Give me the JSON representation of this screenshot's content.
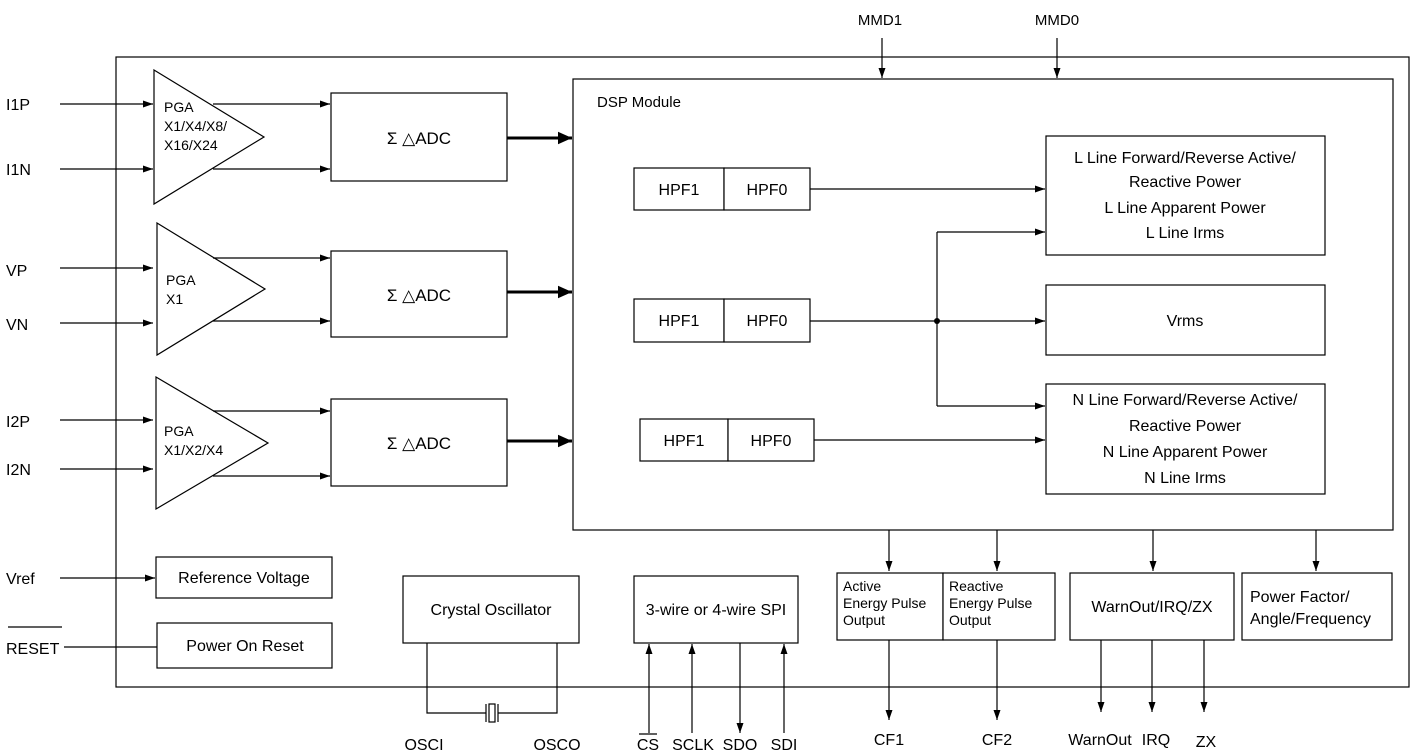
{
  "pins": {
    "mmd1": "MMD1",
    "mmd0": "MMD0",
    "i1p": "I1P",
    "i1n": "I1N",
    "vp": "VP",
    "vn": "VN",
    "i2p": "I2P",
    "i2n": "I2N",
    "vref": "Vref",
    "reset": "RESET",
    "osci": "OSCI",
    "osco": "OSCO",
    "cs": "CS",
    "sclk": "SCLK",
    "sdo": "SDO",
    "sdi": "SDI",
    "cf1": "CF1",
    "cf2": "CF2",
    "warnout": "WarnOut",
    "irq": "IRQ",
    "zx": "ZX"
  },
  "pga": {
    "pga1": [
      "PGA",
      "X1/X4/X8/",
      "X16/X24"
    ],
    "pga2": [
      "PGA",
      "X1"
    ],
    "pga3": [
      "PGA",
      "X1/X2/X4"
    ]
  },
  "adc_label": "Σ △ADC",
  "dsp": {
    "title": "DSP Module",
    "hpf1": "HPF1",
    "hpf0": "HPF0",
    "l_line": [
      "L Line Forward/Reverse Active/",
      "Reactive Power",
      "L Line Apparent Power",
      "L Line Irms"
    ],
    "vrms": "Vrms",
    "n_line": [
      "N Line Forward/Reverse Active/",
      "Reactive Power",
      "N Line Apparent Power",
      "N Line Irms"
    ]
  },
  "blocks": {
    "reference_voltage": "Reference Voltage",
    "power_on_reset": "Power On Reset",
    "crystal_oscillator": "Crystal Oscillator",
    "spi": "3-wire or 4-wire SPI",
    "active_pulse": [
      "Active",
      "Energy Pulse",
      "Output"
    ],
    "reactive_pulse": [
      "Reactive",
      "Energy Pulse",
      "Output"
    ],
    "warnout_irq_zx": "WarnOut/IRQ/ZX",
    "power_factor": [
      "Power Factor/",
      "Angle/Frequency"
    ]
  }
}
